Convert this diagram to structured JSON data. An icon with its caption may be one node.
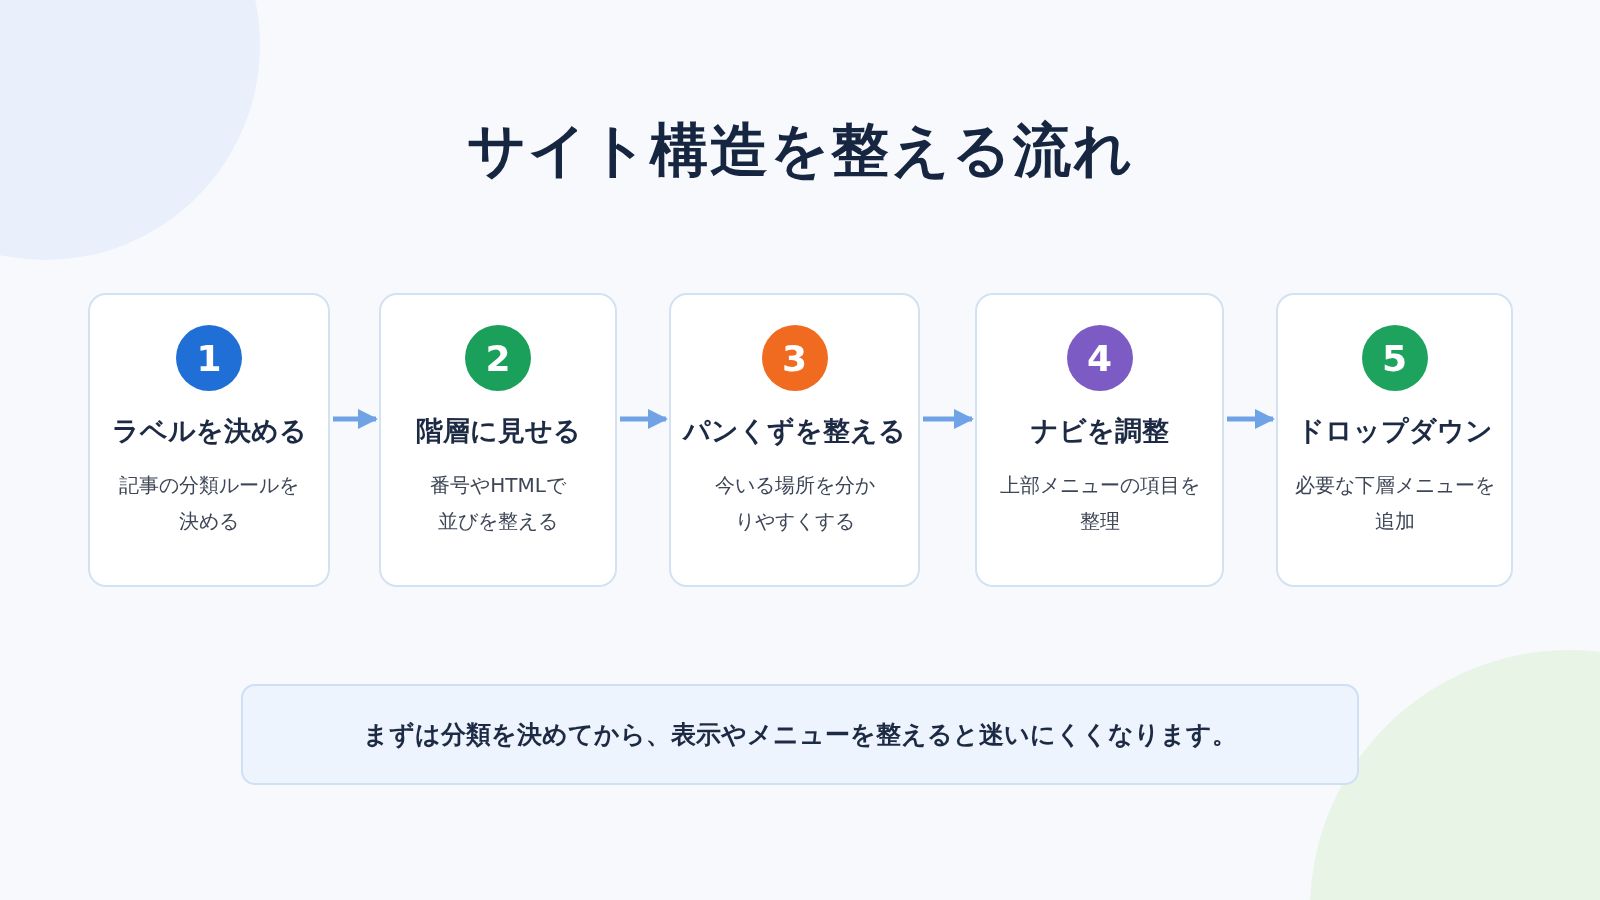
{
  "diagram": {
    "title": "サイト構造を整える流れ",
    "nodes": [
      {
        "text": [
          "ラベルを決める",
          "記事の分類ルールを決める"
        ]
      },
      {
        "text": [
          "1"
        ],
        "in": 0
      },
      {
        "text": [
          "階層に見せる",
          "番号やHTMLで並びを整える"
        ]
      },
      {
        "text": [
          "2"
        ],
        "in": 2
      },
      {
        "text": [
          "パンくずを整える",
          "今いる場所を分かりやすくする"
        ]
      },
      {
        "text": [
          "3"
        ],
        "in": 4
      },
      {
        "text": [
          "ナビを調整",
          "上部メニューの項目を整理"
        ]
      },
      {
        "text": [
          "4"
        ],
        "in": 6
      },
      {
        "text": [
          "ドロップダウン",
          "必要な下層メニューを追加"
        ]
      },
      {
        "text": [
          "5"
        ],
        "in": 8
      },
      {
        "text": [
          "まずは分類を決めてから、表示やメニューを整えると迷いにくくなります。"
        ]
      }
    ],
    "edges": [
      {
        "from": 0,
        "to": 2,
        "arrow": "to"
      },
      {
        "from": 2,
        "to": 4,
        "arrow": "to"
      },
      {
        "from": 4,
        "to": 6,
        "arrow": "to"
      },
      {
        "from": 6,
        "to": 8,
        "arrow": "to"
      }
    ]
  }
}
